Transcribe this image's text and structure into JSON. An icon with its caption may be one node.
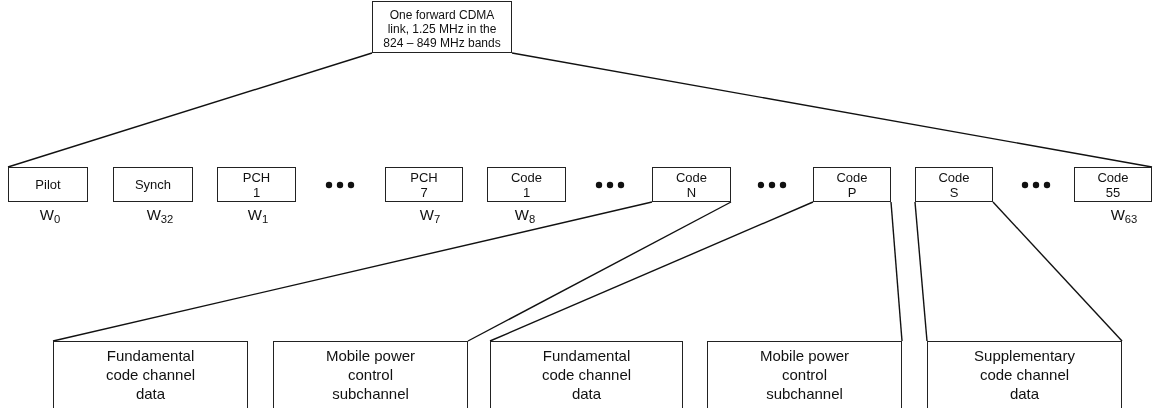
{
  "diagram": {
    "nodes": [
      {
        "text": [
          "One forward CDMA link, 1.25 MHz in the 824 – 849 MHz bands"
        ]
      },
      {
        "text": [
          "Pilot"
        ]
      },
      {
        "text": [
          "Synch"
        ]
      },
      {
        "text": [
          "PCH 1"
        ]
      },
      {
        "text": [
          "PCH 7"
        ]
      },
      {
        "text": [
          "Code 1"
        ]
      },
      {
        "text": [
          "Code N"
        ]
      },
      {
        "text": [
          "Code P"
        ]
      },
      {
        "text": [
          "Code S"
        ]
      },
      {
        "text": [
          "Code 55"
        ]
      },
      {
        "text": [
          "Fundamental code channel data"
        ]
      },
      {
        "text": [
          "Mobile power control subchannel"
        ]
      },
      {
        "text": [
          "Fundamental code channel data"
        ]
      },
      {
        "text": [
          "Mobile power control subchannel"
        ]
      },
      {
        "text": [
          "Supplementary code channel data"
        ]
      }
    ],
    "edges": [
      {
        "from": 0,
        "to": 1,
        "arrow": "none"
      },
      {
        "from": 0,
        "to": 9,
        "arrow": "none"
      },
      {
        "from": 6,
        "to": 10,
        "arrow": "none"
      },
      {
        "from": 6,
        "to": 11,
        "arrow": "none"
      },
      {
        "from": 7,
        "to": 12,
        "arrow": "none"
      },
      {
        "from": 7,
        "to": 13,
        "arrow": "none"
      },
      {
        "from": 8,
        "to": 14,
        "arrow": "none"
      },
      {
        "from": 8,
        "to": 14,
        "arrow": "none"
      }
    ],
    "labels": [
      "W$_{0}$",
      "W$_{32}$",
      "W$_{1}$",
      "W$_{7}$",
      "W$_{8}$",
      "W$_{63}$"
    ]
  }
}
